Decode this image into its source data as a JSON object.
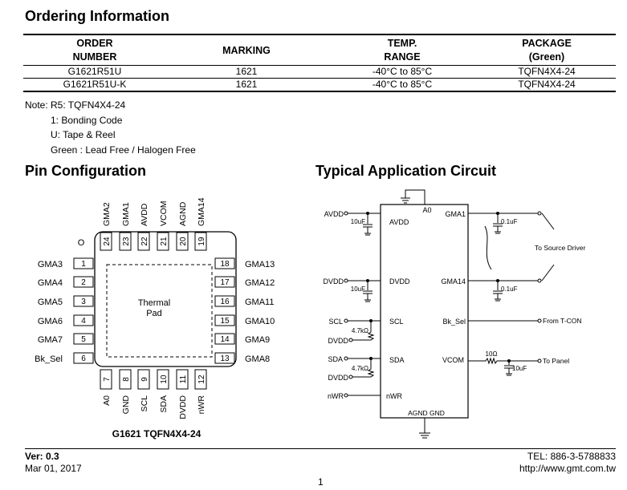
{
  "ordering": {
    "title": "Ordering Information",
    "headers": [
      [
        "ORDER",
        "NUMBER"
      ],
      [
        "MARKING"
      ],
      [
        "TEMP.",
        "RANGE"
      ],
      [
        "PACKAGE",
        "(Green)"
      ]
    ],
    "rows": [
      [
        "G1621R51U",
        "1621",
        "-40°C to 85°C",
        "TQFN4X4-24"
      ],
      [
        "G1621R51U-K",
        "1621",
        "-40°C to 85°C",
        "TQFN4X4-24"
      ]
    ]
  },
  "note": {
    "lead": "Note: R5: TQFN4X4-24",
    "items": [
      "1: Bonding Code",
      "U: Tape & Reel",
      "Green : Lead Free / Halogen Free"
    ]
  },
  "pin_config": {
    "title": "Pin Configuration",
    "top_pins": [
      {
        "num": "24",
        "name": "GMA2"
      },
      {
        "num": "23",
        "name": "GMA1"
      },
      {
        "num": "22",
        "name": "AVDD"
      },
      {
        "num": "21",
        "name": "VCOM"
      },
      {
        "num": "20",
        "name": "AGND"
      },
      {
        "num": "19",
        "name": "GMA14"
      }
    ],
    "left_pins": [
      {
        "num": "1",
        "name": "GMA3"
      },
      {
        "num": "2",
        "name": "GMA4"
      },
      {
        "num": "3",
        "name": "GMA5"
      },
      {
        "num": "4",
        "name": "GMA6"
      },
      {
        "num": "5",
        "name": "GMA7"
      },
      {
        "num": "6",
        "name": "Bk_Sel"
      }
    ],
    "right_pins": [
      {
        "num": "18",
        "name": "GMA13"
      },
      {
        "num": "17",
        "name": "GMA12"
      },
      {
        "num": "16",
        "name": "GMA11"
      },
      {
        "num": "15",
        "name": "GMA10"
      },
      {
        "num": "14",
        "name": "GMA9"
      },
      {
        "num": "13",
        "name": "GMA8"
      }
    ],
    "bottom_pins": [
      {
        "num": "7",
        "name": "A0"
      },
      {
        "num": "8",
        "name": "GND"
      },
      {
        "num": "9",
        "name": "SCL"
      },
      {
        "num": "10",
        "name": "SDA"
      },
      {
        "num": "11",
        "name": "DVDD"
      },
      {
        "num": "12",
        "name": "nWR"
      }
    ],
    "thermal_line1": "Thermal",
    "thermal_line2": "Pad",
    "pin1_mark": "O",
    "caption": "G1621 TQFN4X4-24"
  },
  "circuit": {
    "title": "Typical Application Circuit",
    "ext_left": [
      "AVDD",
      "DVDD",
      "SCL",
      "SDA",
      "nWR"
    ],
    "ic_left": [
      "AVDD",
      "DVDD",
      "SCL",
      "SDA",
      "nWR"
    ],
    "ic_right": [
      "GMA1",
      "GMA14",
      "Bk_Sel",
      "VCOM"
    ],
    "ic_top": "A0",
    "ic_bottom": "AGND  GND",
    "cap_10uf": "10uF",
    "cap_01uf": "0.1uF",
    "res_47k": "4.7kΩ",
    "res_10": "10Ω",
    "pullup": "DVDD",
    "to_source": "To Source Driver",
    "from_tcon": "From T-CON",
    "to_panel": "To Panel"
  },
  "footer": {
    "ver": "Ver: 0.3",
    "date": "Mar 01, 2017",
    "tel": "TEL: 886-3-5788833",
    "url": "http://www.gmt.com.tw",
    "page": "1"
  }
}
